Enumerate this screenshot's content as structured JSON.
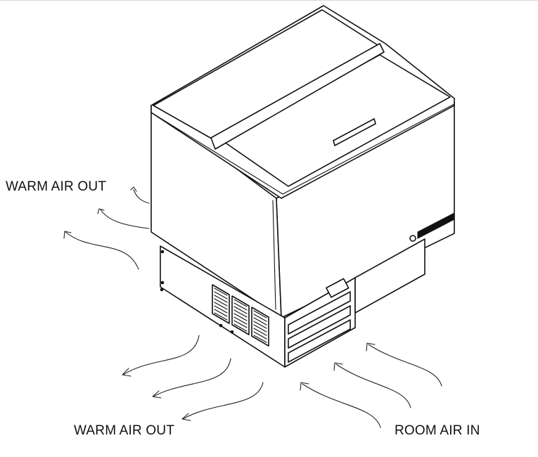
{
  "labels": {
    "warm_air_out_left": "WARM AIR OUT",
    "warm_air_out_bottom": "WARM AIR OUT",
    "room_air_in": "ROOM AIR IN"
  },
  "illustration": {
    "subject": "refrigerated cabinet with sliding lid (line drawing)",
    "stroke_color": "#111111",
    "background_color": "#ffffff"
  },
  "arrows": {
    "warm_air_out_side_count": 3,
    "warm_air_out_bottom_count": 3,
    "room_air_in_count": 3
  }
}
